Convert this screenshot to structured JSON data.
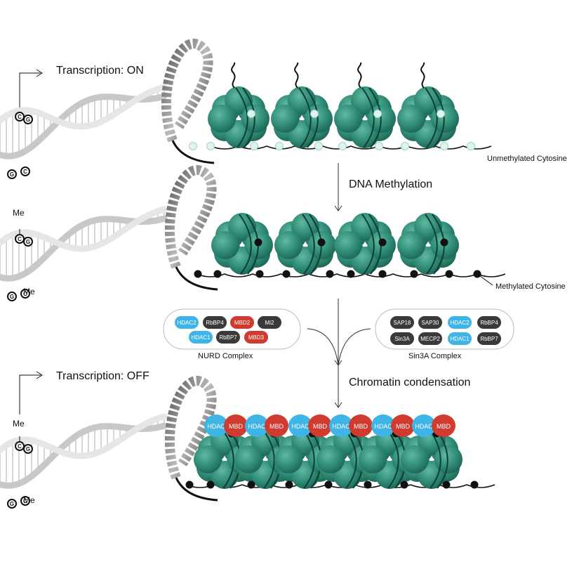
{
  "stage_on": {
    "label": "Transcription: ON",
    "cytosine_label": "Unmethylated Cytosine"
  },
  "step_methylation": {
    "label": "DNA Methylation",
    "cytosine_label": "Methylated Cytosine"
  },
  "nurd_complex": {
    "name": "NURD Complex",
    "proteins": [
      "HDAC2",
      "RbBP4",
      "MBD2",
      "Mi2",
      "HDAC1",
      "RbBP7",
      "MBD3"
    ]
  },
  "sin3a_complex": {
    "name": "Sin3A Complex",
    "proteins": [
      "SAP18",
      "SAP30",
      "HDAC2",
      "RbBP4",
      "Sin3A",
      "MECP2",
      "HDAC1",
      "RbBP7"
    ]
  },
  "step_condensation": {
    "label": "Chromatin condensation"
  },
  "stage_off": {
    "label": "Transcription: OFF"
  },
  "bound_proteins": {
    "hdac": "HDAC",
    "mbd": "MBD"
  },
  "dna_bases": {
    "cytosine": "C",
    "guanine": "G",
    "methyl": "Me"
  },
  "colors": {
    "nucleosome": "#2e8a74",
    "hdac": "#3fb4e6",
    "mbd": "#d13a2f",
    "dark_protein": "#3a3a3a",
    "unmethylated": "#dff3ef",
    "methylated": "#111111"
  }
}
